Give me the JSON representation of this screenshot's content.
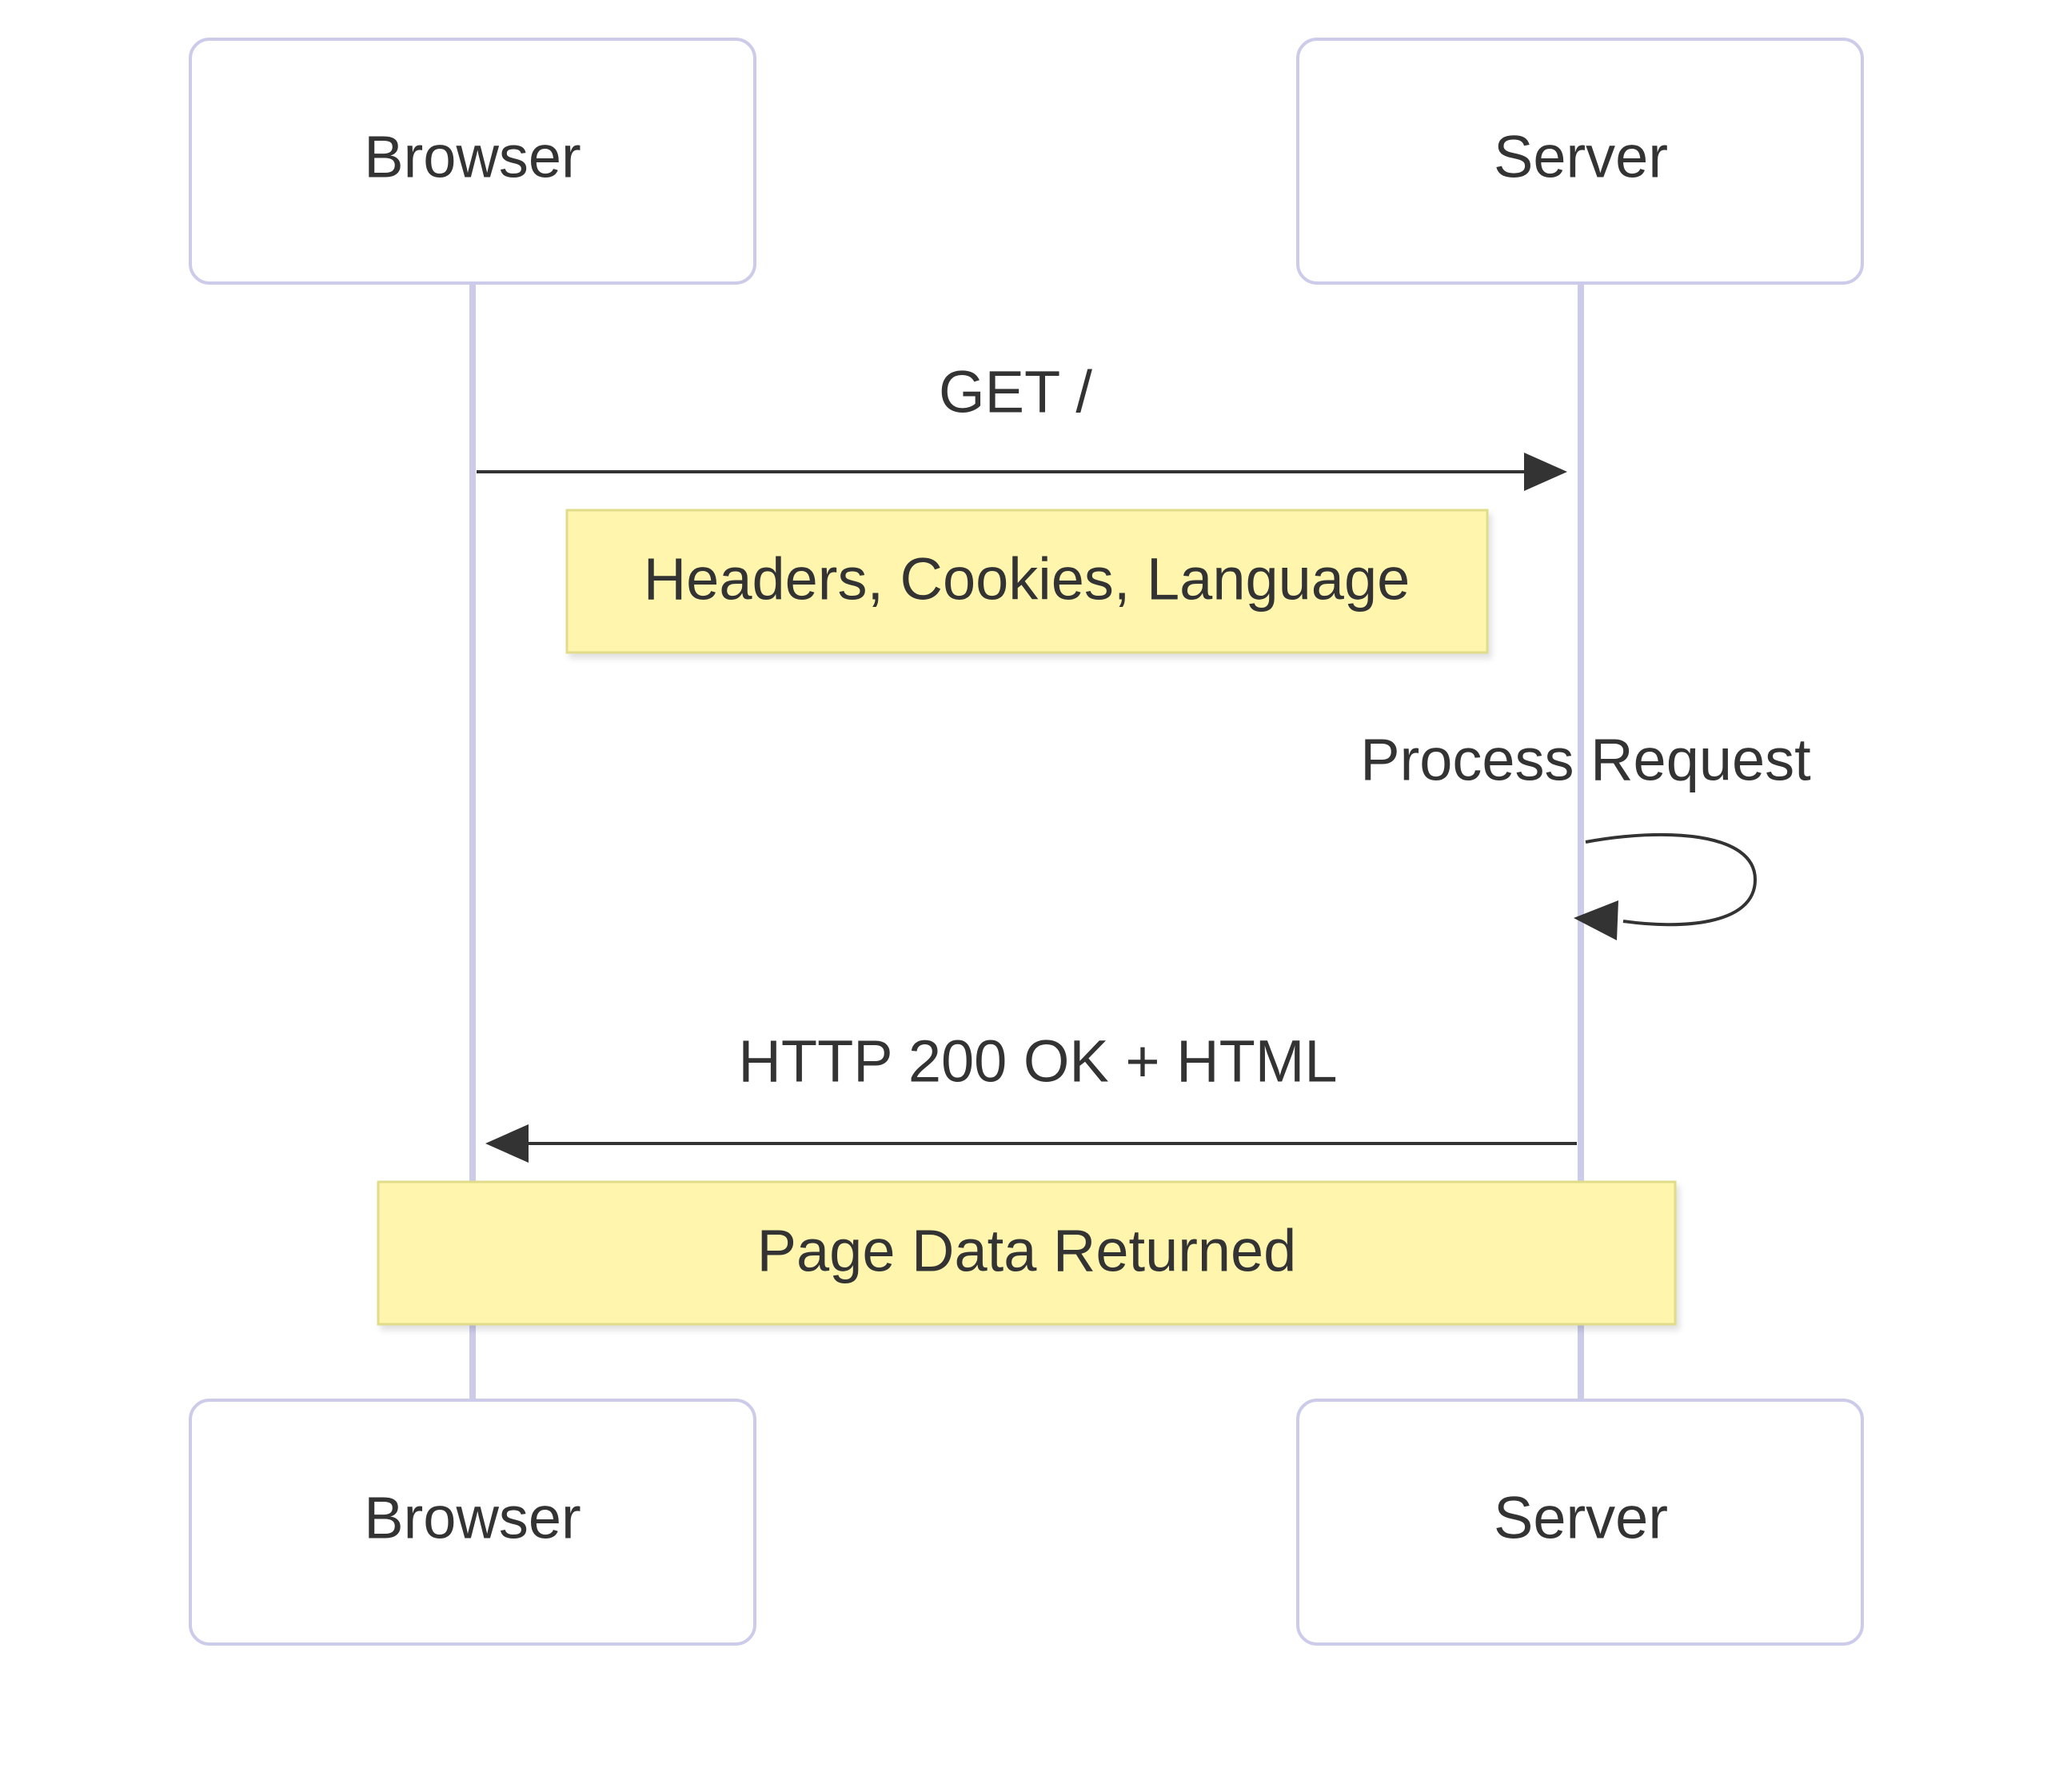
{
  "participants": [
    {
      "name": "Browser"
    },
    {
      "name": "Server"
    }
  ],
  "messages": [
    {
      "label": "GET /",
      "from": "Browser",
      "to": "Server"
    },
    {
      "label": "Process Request",
      "from": "Server",
      "to": "Server"
    },
    {
      "label": "HTTP 200 OK + HTML",
      "from": "Server",
      "to": "Browser"
    }
  ],
  "notes": [
    {
      "text": "Headers, Cookies, Language"
    },
    {
      "text": "Page Data Returned"
    }
  ],
  "colors": {
    "actor_border": "#ccccea",
    "note_fill": "#fff5ad",
    "note_border": "#e0dc8a",
    "line": "#333333"
  }
}
